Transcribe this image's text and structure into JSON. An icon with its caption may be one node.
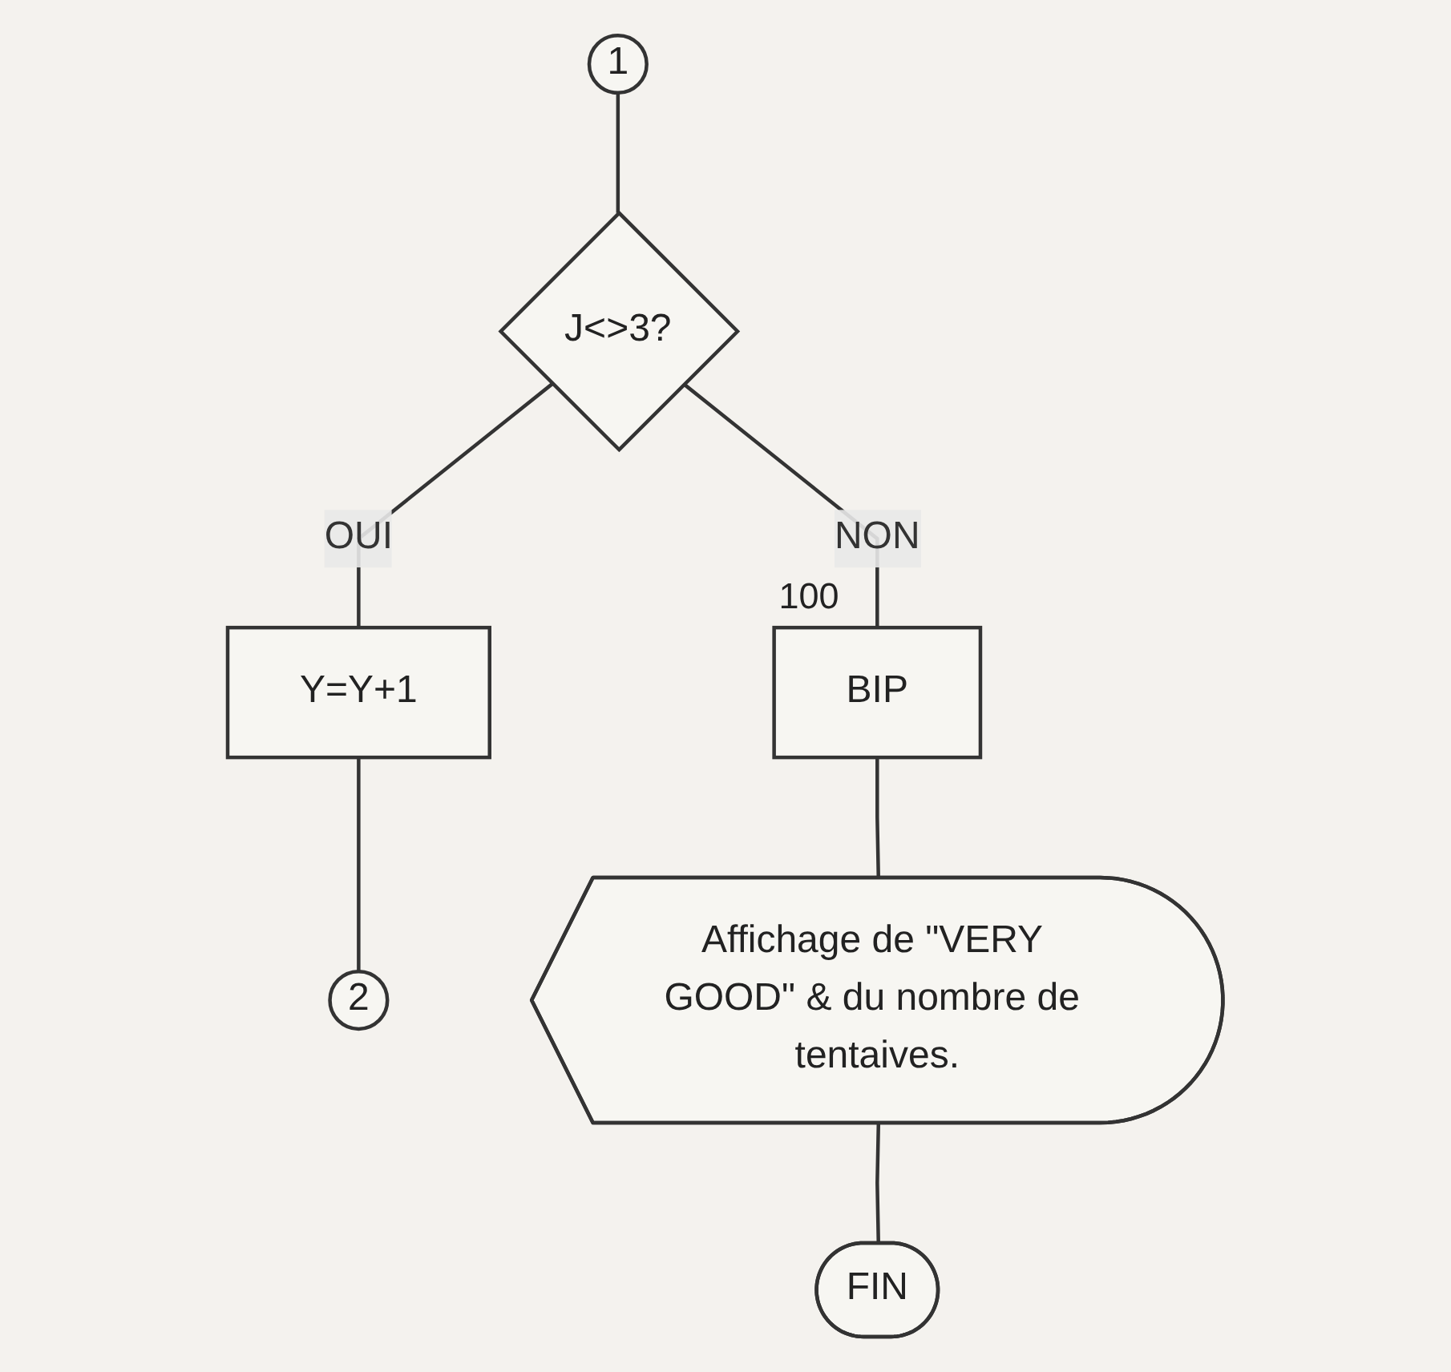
{
  "diagram": {
    "nodes": [
      {
        "text": [
          "1"
        ]
      },
      {
        "text": [
          "J<>3?"
        ]
      },
      {
        "text": [
          "Y=Y+1"
        ]
      },
      {
        "text": [
          "2"
        ]
      },
      {
        "text": [
          "BIP"
        ],
        "beside": [
          "100"
        ]
      },
      {
        "text": [
          "Affichage de \"VERY GOOD\" & du nombre de tentaives."
        ]
      },
      {
        "text": [
          "FIN"
        ]
      }
    ],
    "edges": [
      {
        "from": 0,
        "to": 1,
        "arrow": "none"
      },
      {
        "from": 1,
        "to": 2,
        "arrow": "none",
        "label": "OUI"
      },
      {
        "from": 2,
        "to": 3,
        "arrow": "none"
      },
      {
        "from": 1,
        "to": 4,
        "arrow": "none",
        "label": "NON"
      },
      {
        "from": 4,
        "to": 5,
        "arrow": "none"
      },
      {
        "from": 5,
        "to": 6,
        "arrow": "none"
      }
    ]
  }
}
